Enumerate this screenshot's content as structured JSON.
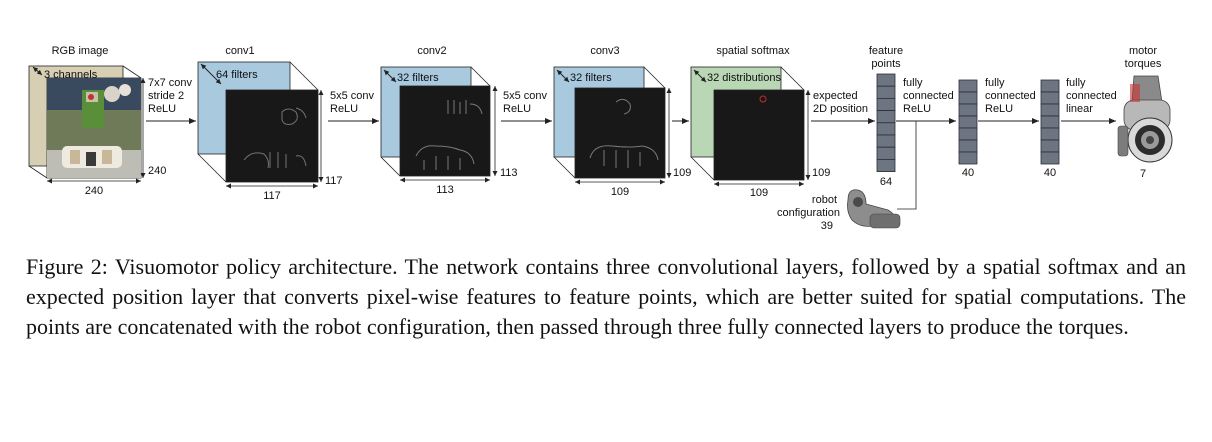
{
  "figure": {
    "stages": {
      "input": {
        "title": "RGB image",
        "channels": "3 channels",
        "height": "240",
        "width": "240"
      },
      "conv1": {
        "title": "conv1",
        "filters": "64 filters",
        "height": "117",
        "width": "117"
      },
      "conv2": {
        "title": "conv2",
        "filters": "32 filters",
        "height": "113",
        "width": "113"
      },
      "conv3": {
        "title": "conv3",
        "filters": "32 filters",
        "height": "109",
        "width": "109"
      },
      "softmax": {
        "title": "spatial softmax",
        "filters": "32 distributions",
        "height": "109",
        "width": "109"
      },
      "feature_points": {
        "title_line1": "feature",
        "title_line2": "points",
        "size": "64"
      },
      "fc1": {
        "size": "40"
      },
      "fc2": {
        "size": "40"
      },
      "output": {
        "title_line1": "motor",
        "title_line2": "torques",
        "size": "7"
      },
      "robot": {
        "line1": "robot",
        "line2": "configuration",
        "size": "39"
      }
    },
    "ops": {
      "op1": [
        "7x7 conv",
        "stride 2",
        "ReLU"
      ],
      "op2": [
        "5x5 conv",
        "ReLU"
      ],
      "op3": [
        "5x5 conv",
        "ReLU"
      ],
      "op4": [
        "expected",
        "2D position"
      ],
      "op5": [
        "fully",
        "connected",
        "ReLU"
      ],
      "op6": [
        "fully",
        "connected",
        "ReLU"
      ],
      "op7": [
        "fully",
        "connected",
        "linear"
      ]
    },
    "colors": {
      "conv_fill": "#a9c9de",
      "softmax_fill": "#b9d7b4",
      "map_fill": "#181818",
      "vector_fill": "#6d7583",
      "input_back": "#d7cfb4"
    }
  },
  "caption": "Figure 2: Visuomotor policy architecture. The network contains three convolutional layers, followed by a spatial softmax and an expected position layer that converts pixel-wise features to feature points, which are better suited for spatial computations. The points are concatenated with the robot configuration, then passed through three fully connected layers to produce the torques."
}
